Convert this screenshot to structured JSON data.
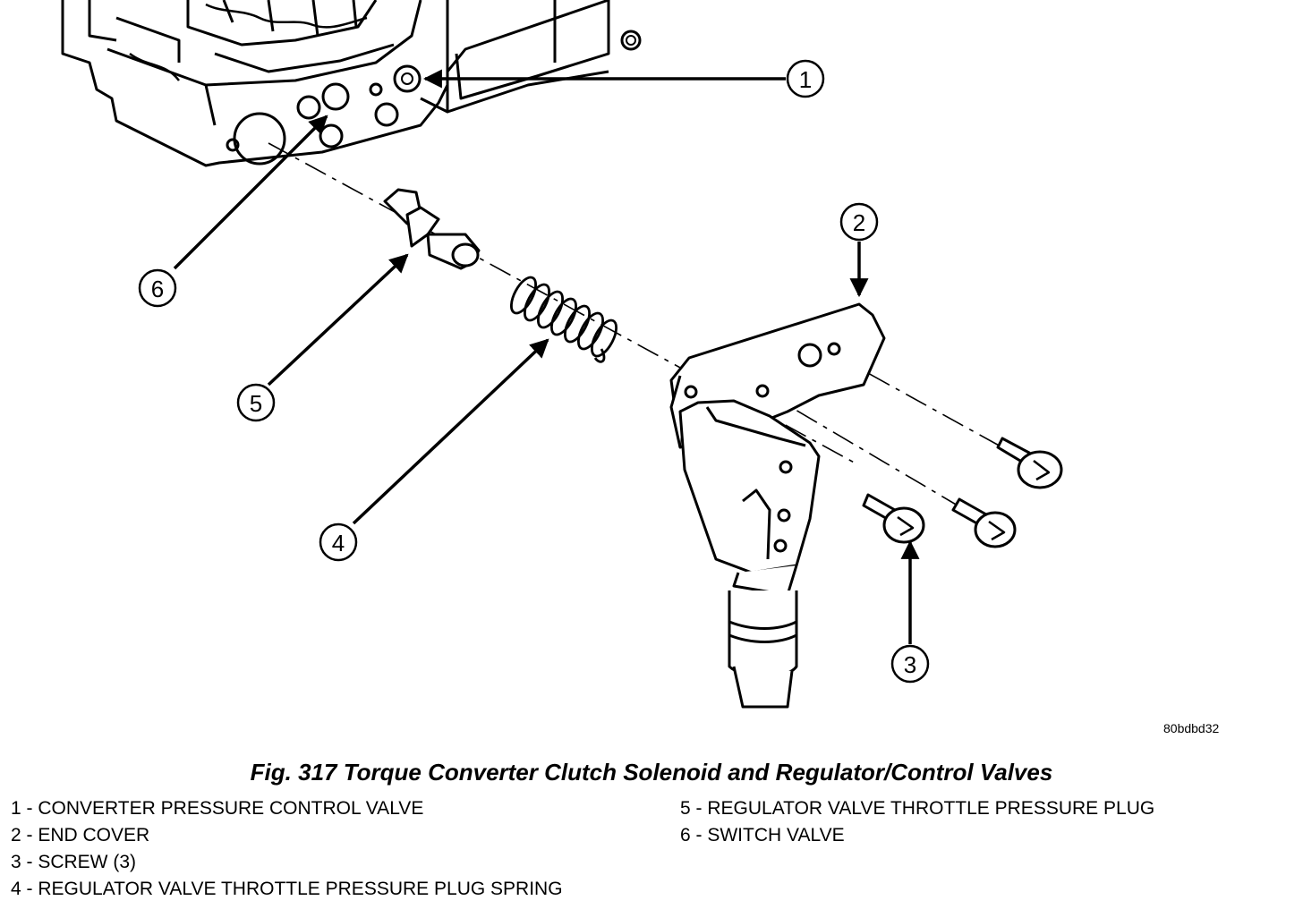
{
  "drawing_id": "80bdbd32",
  "caption": "Fig. 317 Torque Converter Clutch Solenoid and Regulator/Control Valves",
  "callouts": [
    "1",
    "2",
    "3",
    "4",
    "5",
    "6"
  ],
  "legend": [
    "1 - CONVERTER PRESSURE CONTROL VALVE",
    "2 - END COVER",
    "3 - SCREW (3)",
    "4 - REGULATOR VALVE THROTTLE PRESSURE PLUG SPRING",
    "5 - REGULATOR VALVE THROTTLE PRESSURE PLUG",
    "6 - SWITCH VALVE"
  ]
}
